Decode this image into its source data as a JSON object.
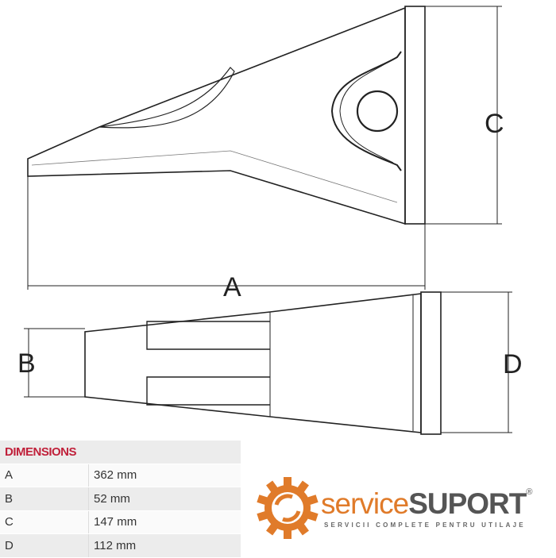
{
  "drawing": {
    "labels": {
      "a": "A",
      "b": "B",
      "c": "C",
      "d": "D"
    }
  },
  "dimensions": {
    "title": "DIMENSIONS",
    "rows": [
      {
        "key": "A",
        "value": "362 mm"
      },
      {
        "key": "B",
        "value": "52 mm"
      },
      {
        "key": "C",
        "value": "147 mm"
      },
      {
        "key": "D",
        "value": "112 mm"
      }
    ]
  },
  "logo": {
    "name_part1": "service",
    "name_part2": "SUPORT",
    "registered": "®",
    "tagline": "SERVICII COMPLETE PENTRU UTILAJE",
    "colors": {
      "orange": "#e07b2a",
      "gray": "#555555"
    }
  }
}
